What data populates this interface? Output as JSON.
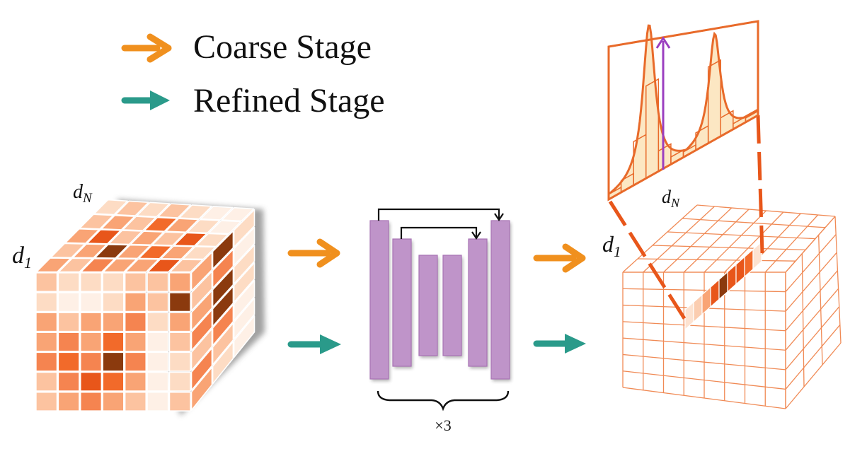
{
  "legend": {
    "coarse_label": "Coarse Stage",
    "refined_label": "Refined Stage"
  },
  "labels": {
    "input_dN_base": "d",
    "input_dN_sub": "N",
    "input_d1_base": "d",
    "input_d1_sub": "1",
    "output_dN_base": "d",
    "output_dN_sub": "N",
    "output_d1_base": "d",
    "output_d1_sub": "1",
    "repeat": "×3"
  },
  "colors": {
    "coarse_arrow": "#F0901E",
    "refined_arrow": "#2A9A8A",
    "network_block": "#BF94C9",
    "output_grid": "#F08A55",
    "highlight_dark": "#E8561A",
    "peak_line": "#E86A2A",
    "peak_fill": "#FCE3B8",
    "peak_arrow": "#9B3FC0"
  },
  "icons": {
    "coarse_arrow": "right-arrow-icon",
    "refined_arrow": "right-arrow-icon",
    "skip_connection": "down-arrow-icon"
  }
}
